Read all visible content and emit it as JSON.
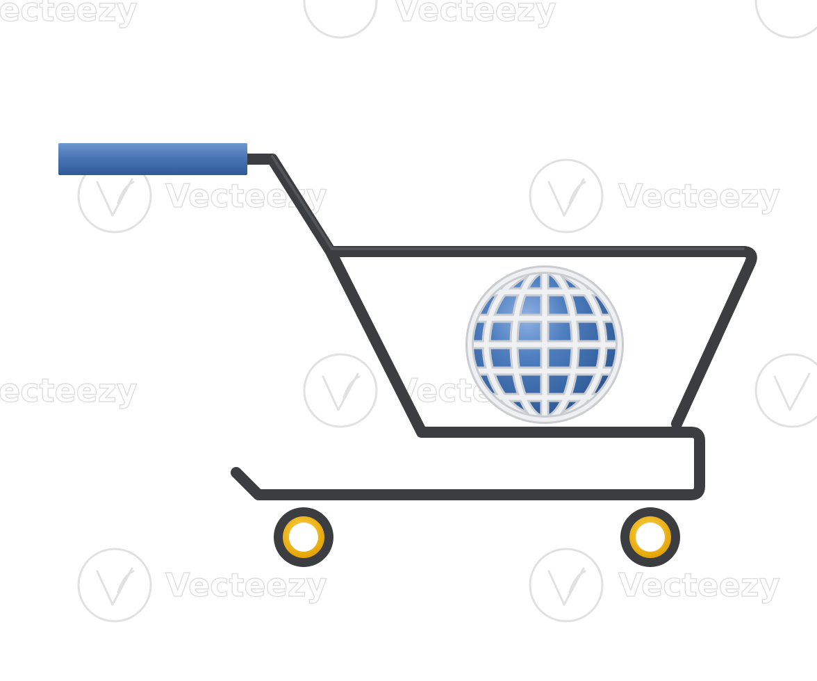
{
  "watermark": {
    "brand": "Vecteezy",
    "clipped_left": "ecteezy",
    "clipped_top": "ecteezy"
  },
  "colors": {
    "background": "#ffffff",
    "frame": "#3b3d40",
    "handle_grip": "#4a76b6",
    "globe_fill": "#3f6fae",
    "globe_grid": "#e4e6e8",
    "wheel_tire": "#3b3d40",
    "wheel_hub": "#f2b40f"
  },
  "icons": {
    "main": "shopping-cart-icon",
    "content": "globe-icon"
  }
}
